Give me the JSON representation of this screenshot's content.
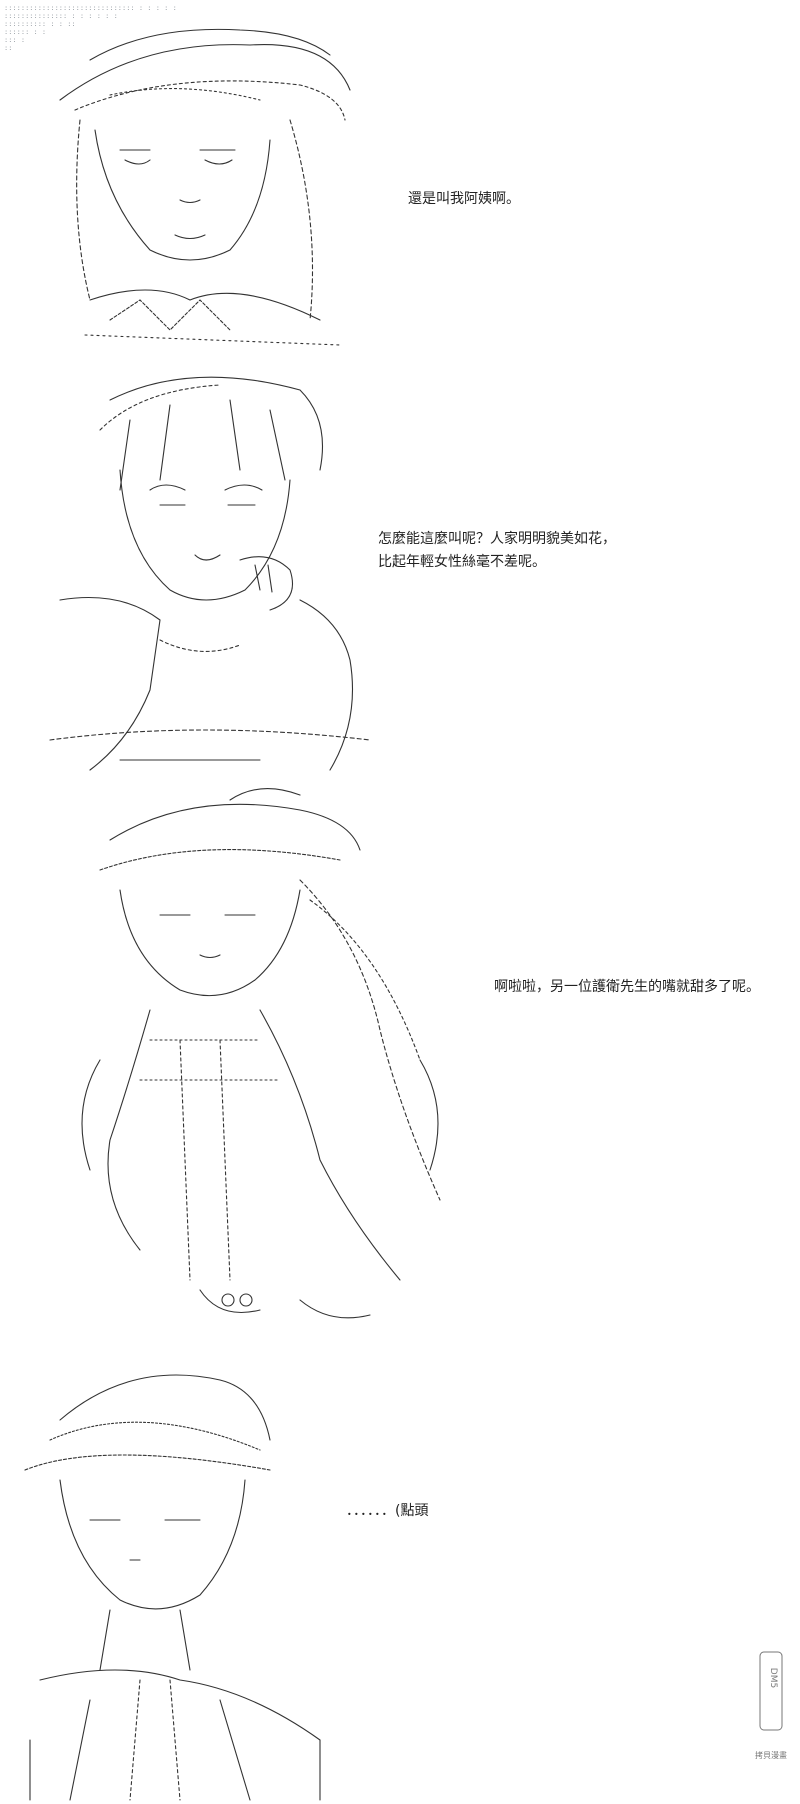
{
  "panels": [
    {
      "caption_lines": [
        "還是叫我阿姨啊。"
      ]
    },
    {
      "caption_lines": [
        "怎麼能這麼叫呢？人家明明貌美如花，",
        "比起年輕女性絲毫不差呢。"
      ]
    },
    {
      "caption_lines": [
        "啊啦啦，另一位護衛先生的嘴就甜多了呢。"
      ]
    },
    {
      "caption_lines": [
        "．．．．．．(點頭"
      ]
    }
  ],
  "watermark": {
    "text": "拷貝漫畫",
    "logo": "DM5"
  },
  "colors": {
    "line": "#333333",
    "faint": "#9aa0a6",
    "background": "#ffffff"
  }
}
